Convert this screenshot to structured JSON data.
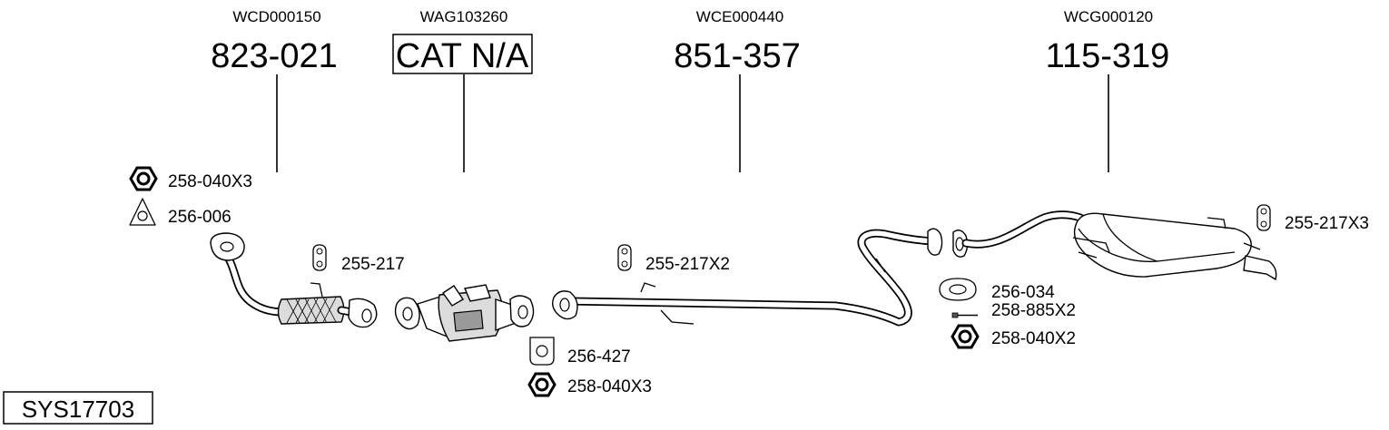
{
  "title_codes": {
    "c1": "WCD000150",
    "c2": "WAG103260",
    "c3": "WCE000440",
    "c4": "WCG000120"
  },
  "part_numbers": {
    "p1": "823-021",
    "p2": "CAT N/A",
    "p3": "851-357",
    "p4": "115-319"
  },
  "accessories": {
    "a1": "258-040X3",
    "a2": "256-006",
    "a3": "255-217",
    "a4": "255-217X2",
    "a5": "256-427",
    "a6": "258-040X3",
    "a7": "256-034",
    "a8": "258-885X2",
    "a9": "258-040X2",
    "a10": "255-217X3"
  },
  "system_id": "SYS17703"
}
